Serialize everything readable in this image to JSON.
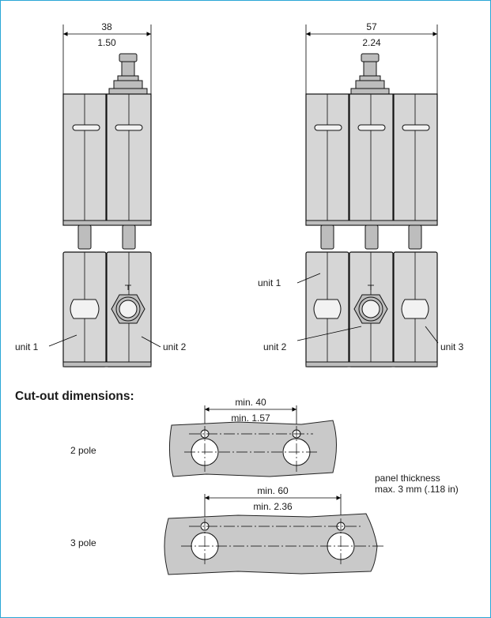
{
  "top_left": {
    "dim_mm": "38",
    "dim_in": "1.50"
  },
  "top_right": {
    "dim_mm": "57",
    "dim_in": "2.24"
  },
  "bottom_left": {
    "unit1": "unit 1",
    "unit2": "unit 2"
  },
  "bottom_right": {
    "unit1": "unit 1",
    "unit2": "unit 2",
    "unit3": "unit 3"
  },
  "cutout": {
    "heading": "Cut-out dimensions:",
    "two_pole": {
      "label": "2 pole",
      "dim_mm": "min. 40",
      "dim_in": "min. 1.57"
    },
    "three_pole": {
      "label": "3 pole",
      "dim_mm": "min. 60",
      "dim_in": "min. 2.36"
    },
    "panel_note_line1": "panel thickness",
    "panel_note_line2": "max. 3 mm (.118 in)"
  },
  "colors": {
    "border": "#2aa6d6",
    "body": "#d6d6d6",
    "panel": "#c9c9c9"
  }
}
